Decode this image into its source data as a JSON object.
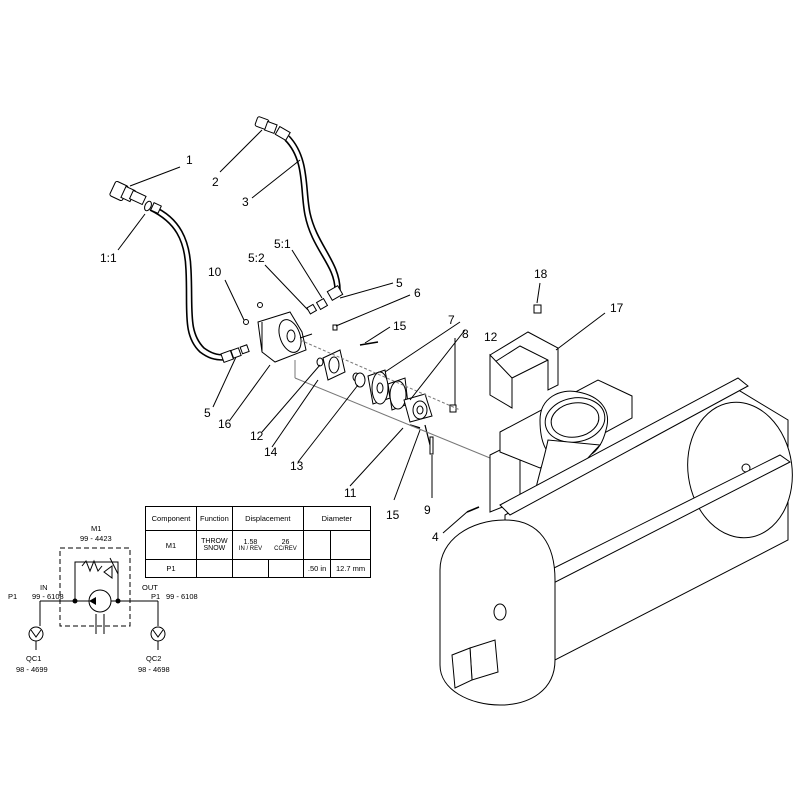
{
  "callouts": {
    "c1": "1",
    "c1_1": "1:1",
    "c2": "2",
    "c3": "3",
    "c4": "4",
    "c5a": "5",
    "c5b": "5",
    "c5_1": "5:1",
    "c5_2": "5:2",
    "c6": "6",
    "c7": "7",
    "c8": "8",
    "c9": "9",
    "c10": "10",
    "c11": "11",
    "c12a": "12",
    "c12b": "12",
    "c13": "13",
    "c14": "14",
    "c15a": "15",
    "c15b": "15",
    "c16": "16",
    "c17": "17",
    "c18": "18"
  },
  "table": {
    "headers": [
      "Component",
      "Function",
      "Displacement",
      "Diameter"
    ],
    "rows": [
      {
        "component": "M1",
        "function_l1": "THROW",
        "function_l2": "SNOW",
        "disp1": "1.58",
        "disp1_unit": "IN / REV",
        "disp2": "26",
        "disp2_unit": "CC/REV",
        "dia1": "",
        "dia2": ""
      },
      {
        "component": "P1",
        "function_l1": "",
        "function_l2": "",
        "disp1": "",
        "disp1_unit": "",
        "disp2": "",
        "disp2_unit": "",
        "dia1": ".50 in",
        "dia2": "12.7 mm"
      }
    ]
  },
  "schematic": {
    "m1_label": "M1",
    "m1_part": "99 - 4423",
    "in_label": "IN",
    "in_part": "99 - 6108",
    "p1_left": "P1",
    "out_label": "OUT",
    "out_part": "99 - 6108",
    "p1_right": "P1",
    "qc1_label": "QC1",
    "qc1_part": "98 - 4699",
    "qc2_label": "QC2",
    "qc2_part": "98 - 4698"
  }
}
